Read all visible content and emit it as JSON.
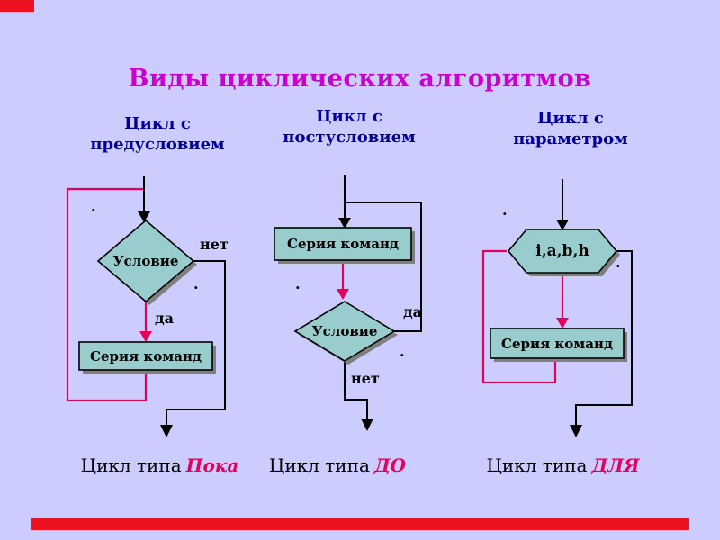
{
  "slide": {
    "title": "Виды циклических алгоритмов"
  },
  "columns": [
    {
      "heading": "Цикл с\nпредусловием",
      "condition_label": "Условие",
      "action_label": "Серия команд",
      "no_label": "нет",
      "yes_label": "да",
      "caption_prefix": "Цикл типа",
      "caption_keyword": "Пока"
    },
    {
      "heading": "Цикл с\nпостусловием",
      "action_label": "Серия команд",
      "condition_label": "Условие",
      "yes_label": "да",
      "no_label": "нет",
      "caption_prefix": "Цикл типа",
      "caption_keyword": "ДО"
    },
    {
      "heading": "Цикл с\nпараметром",
      "params_label": "i,a,b,h",
      "action_label": "Серия команд",
      "caption_prefix": "Цикл типа",
      "caption_keyword": "ДЛЯ"
    }
  ],
  "decor": {
    "dot": "."
  },
  "colors": {
    "background": "#ccccff",
    "title": "#cc00cc",
    "heading": "#000099",
    "shape-fill": "#99cccc",
    "shape-border": "#000000",
    "shadow": "#7f7f7f",
    "line": "#000000",
    "accent": "#e6005c",
    "keyword": "#e6005c",
    "red-bar": "#ee1122"
  }
}
